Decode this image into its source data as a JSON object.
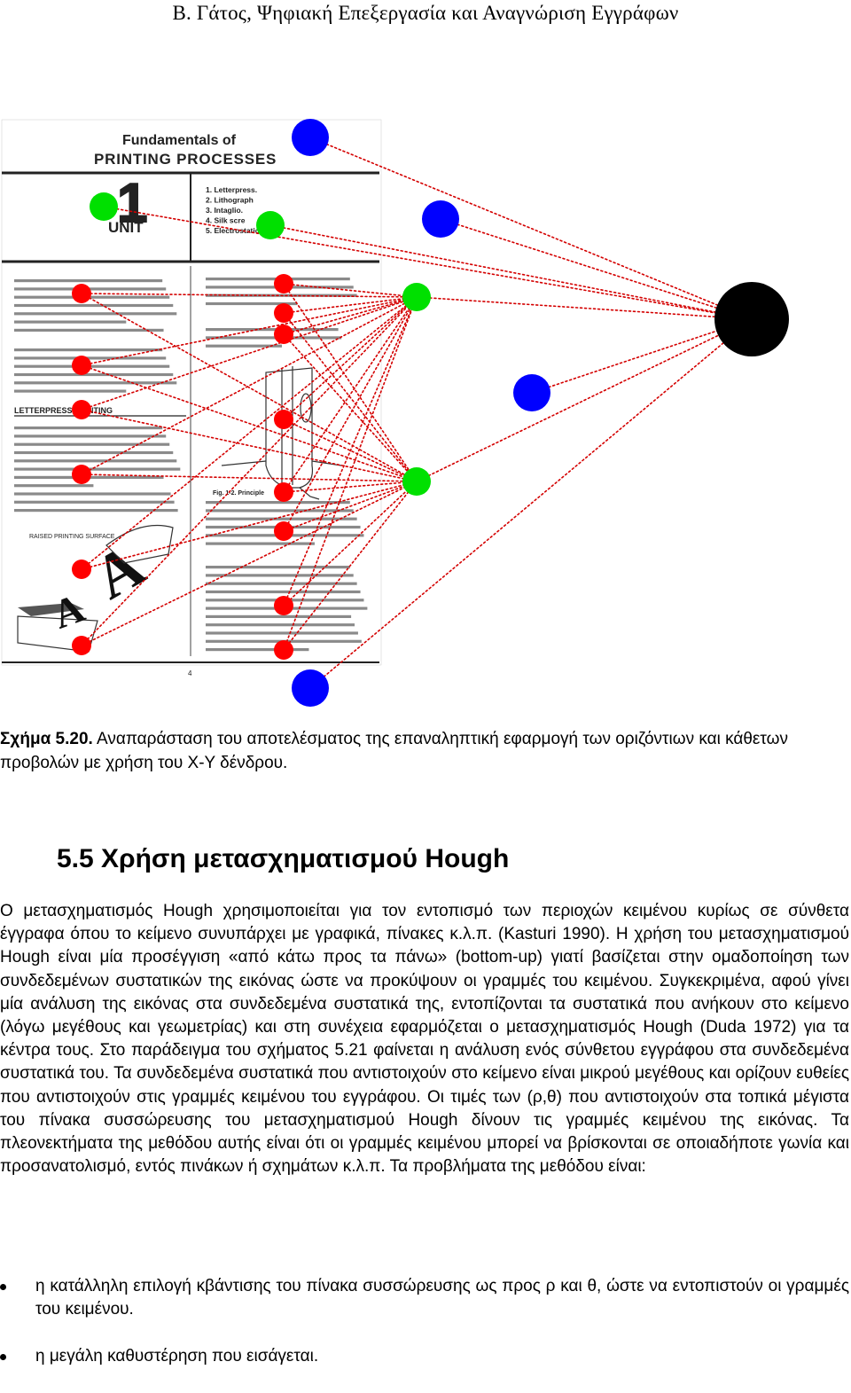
{
  "header": {
    "running_title": "Β. Γάτος, Ψηφιακή Επεξεργασία και Αναγνώριση Εγγράφων"
  },
  "figure": {
    "scan": {
      "title_line1": "Fundamentals of",
      "title_line2": "PRINTING PROCESSES",
      "unit_label": "UNIT",
      "unit_number": "1",
      "contents": [
        "1. Letterpress.",
        "2. Lithograph",
        "3. Intaglio.",
        "4. Silk scre",
        "5. Electrostatic."
      ],
      "section_label": "LETTERPRESS PRINTING",
      "figure_label": "Fig. 1-2. Principle",
      "side_label": "RAISED PRINTING SURFACE",
      "page_number": "4"
    },
    "node_colors": {
      "leaf": "#ff0000",
      "level1": "#00e000",
      "level2": "#0000ff",
      "root": "#000000",
      "edge": "#d40000"
    }
  },
  "caption": {
    "label": "Σχήμα 5.20.",
    "text": " Αναπαράσταση του αποτελέσματος της επαναληπτική εφαρμογή των οριζόντιων και κάθετων προβολών με χρήση του X-Y δένδρου."
  },
  "section": {
    "heading": "5.5 Χρήση μετασχηματισμού Hough",
    "paragraph": "Ο μετασχηματισμός Hough χρησιμοποιείται για τον εντοπισμό των περιοχών κειμένου κυρίως σε σύνθετα έγγραφα όπου το κείμενο συνυπάρχει με γραφικά, πίνακες κ.λ.π. (Kasturi 1990). Η χρήση του μετασχηματισμού Hough είναι μία προσέγγιση «από κάτω προς τα πάνω» (bottom-up) γιατί βασίζεται στην ομαδοποίηση των συνδεδεμένων συστατικών της εικόνας ώστε να προκύψουν οι γραμμές του κειμένου. Συγκεκριμένα, αφού γίνει μία ανάλυση της εικόνας στα συνδεδεμένα συστατικά της, εντοπίζονται τα συστατικά που ανήκουν στο κείμενο (λόγω μεγέθους και γεωμετρίας) και στη συνέχεια εφαρμόζεται ο μετασχηματισμός Hough (Duda 1972) για τα κέντρα τους. Στο παράδειγμα του σχήματος 5.21 φαίνεται η ανάλυση ενός σύνθετου εγγράφου στα συνδεδεμένα συστατικά του. Τα συνδεδεμένα συστατικά που αντιστοιχούν στο κείμενο είναι μικρού μεγέθους και ορίζουν ευθείες που αντιστοιχούν στις γραμμές κειμένου του εγγράφου. Οι τιμές των (ρ,θ) που αντιστοιχούν στα τοπικά μέγιστα του πίνακα συσσώρευσης του μετασχηματισμού Hough δίνουν τις γραμμές κειμένου της εικόνας. Τα πλεονεκτήματα της μεθόδου αυτής είναι ότι οι γραμμές κειμένου μπορεί να βρίσκονται σε οποιαδήποτε γωνία και προσανατολισμό, εντός πινάκων ή σχημάτων κ.λ.π. Τα προβλήματα της μεθόδου είναι:",
    "bullets": [
      "η κατάλληλη επιλογή κβάντισης του πίνακα συσσώρευσης ως προς ρ και θ, ώστε να εντοπιστούν οι γραμμές του κειμένου.",
      "η μεγάλη καθυστέρηση που εισάγεται."
    ]
  }
}
